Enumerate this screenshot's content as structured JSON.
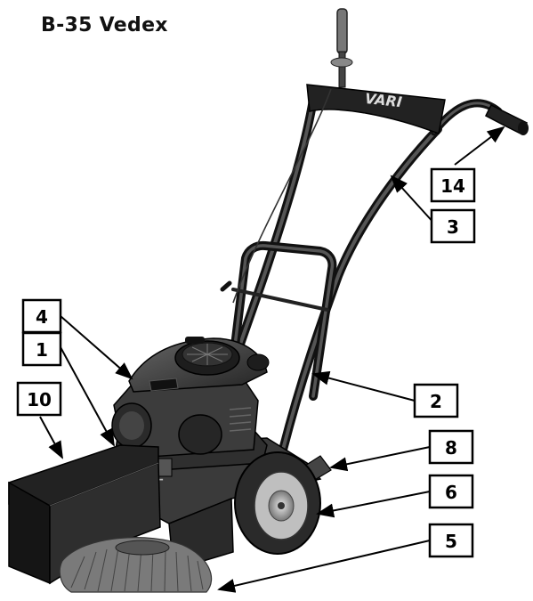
{
  "title": "B-35 Vedex",
  "handle_brand": "VARI",
  "callouts": [
    {
      "id": "c4",
      "label": "4"
    },
    {
      "id": "c1",
      "label": "1"
    },
    {
      "id": "c10",
      "label": "10"
    },
    {
      "id": "c14",
      "label": "14"
    },
    {
      "id": "c3",
      "label": "3"
    },
    {
      "id": "c2",
      "label": "2"
    },
    {
      "id": "c8",
      "label": "8"
    },
    {
      "id": "c6",
      "label": "6"
    },
    {
      "id": "c5",
      "label": "5"
    }
  ],
  "colors": {
    "outline": "#000000",
    "metal_dark": "#2b2b2b",
    "metal_mid": "#555555",
    "metal_light": "#8a8a8a",
    "brush": "#7a7a7a",
    "label_bg": "#ffffff"
  }
}
